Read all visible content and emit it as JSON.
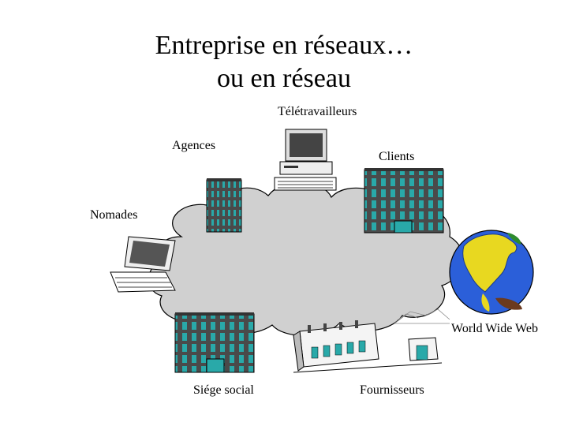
{
  "title": {
    "line1": "Entreprise en réseaux…",
    "line2": "ou en réseau"
  },
  "labels": {
    "teletravailleurs": "Télétravailleurs",
    "agences": "Agences",
    "clients": "Clients",
    "nomades": "Nomades",
    "www": "World Wide Web",
    "siege": "Siége social",
    "fournisseurs": "Fournisseurs"
  },
  "colors": {
    "cloud": "#d0d0d0",
    "window": "#29a9a9",
    "building": "#555555",
    "ocean": "#2b5fd9",
    "land": "#e8d820"
  }
}
